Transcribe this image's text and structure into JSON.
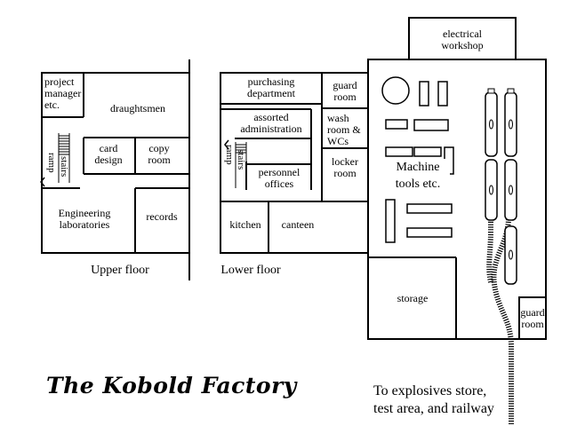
{
  "map": {
    "title": "The Kobold Factory",
    "upper_floor": {
      "caption": "Upper floor",
      "rooms": {
        "project_manager": "project manager etc.",
        "draughtsmen": "draughtsmen",
        "card_design": "card design",
        "copy_room": "copy room",
        "engineering": "Engineering laboratories",
        "records": "records",
        "stairs": "stairs",
        "ramp": "ramp"
      }
    },
    "lower_floor": {
      "caption": "Lower floor",
      "rooms": {
        "purchasing": "purchasing department",
        "guard_room": "guard room",
        "assorted_admin": "assorted administration",
        "wash_room": "wash room & WCs",
        "locker_room": "locker room",
        "personnel": "personnel offices",
        "kitchen": "kitchen",
        "canteen": "canteen",
        "stairs": "stairs",
        "ramp": "ramp"
      }
    },
    "factory": {
      "electrical_workshop": "electrical workshop",
      "machine_tools": "Machine tools etc.",
      "storage": "storage",
      "guard_room": "guard room"
    },
    "note": "To explosives store, test area, and railway"
  }
}
